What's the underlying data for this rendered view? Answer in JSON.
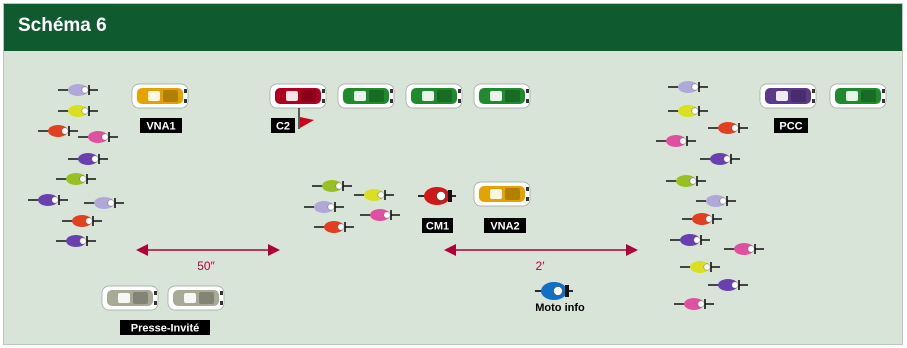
{
  "title": "Schéma 6",
  "labels": {
    "vna1": "VNA1",
    "c2": "C2",
    "pcc": "PCC",
    "cm1": "CM1",
    "vna2": "VNA2",
    "presse": "Presse-Invité",
    "moto_info": "Moto info"
  },
  "gaps": {
    "left": "50″",
    "right": "2′"
  },
  "colors": {
    "header": "#0f5a2e",
    "background": "#d9e4d9",
    "arrow": "#b0003a",
    "vna_car": "#e4a300",
    "c2_car": "#b00020",
    "team_car": "#1f8a2e",
    "pcc_car": "#5b3a8a",
    "presse_car": "#a8aa98",
    "moto_cm1": "#d01818",
    "moto_info": "#1070c8"
  }
}
